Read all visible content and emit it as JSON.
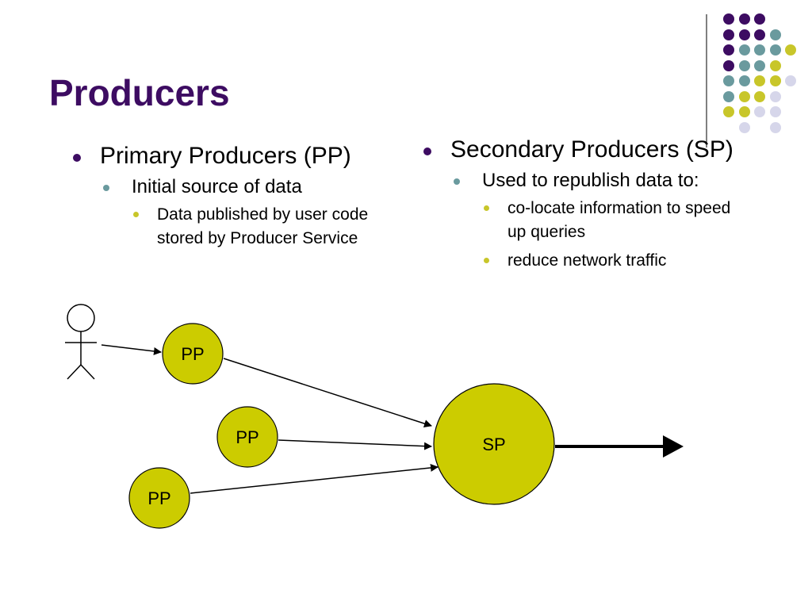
{
  "slide": {
    "title": "Producers"
  },
  "left": {
    "heading": "Primary Producers (PP)",
    "sub": "Initial source of data",
    "detail": "Data published by user code stored by Producer Service"
  },
  "right": {
    "heading": "Secondary Producers (SP)",
    "sub": "Used to republish data to:",
    "details": [
      "co-locate information to speed up queries",
      "reduce network traffic"
    ]
  },
  "diagram": {
    "nodes": [
      {
        "label": "PP"
      },
      {
        "label": "PP"
      },
      {
        "label": "PP"
      },
      {
        "label": "SP"
      }
    ],
    "node_color": "#cccc00"
  },
  "theme": {
    "title_color": "#3d0c62",
    "dot_colors": {
      "purple": "#3d0c62",
      "teal": "#6a9a9e",
      "olive": "#c8c62a",
      "lavender": "#d6d6ea"
    }
  }
}
